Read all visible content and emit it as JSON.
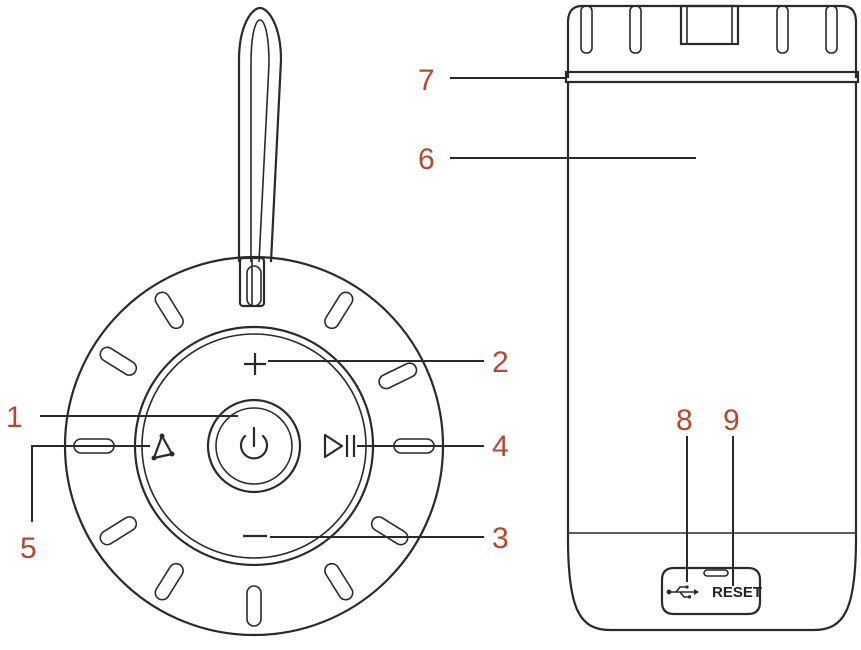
{
  "colors": {
    "callout": "#b5472f",
    "outline": "#2a2a2a",
    "background": "#ffffff"
  },
  "front_view": {
    "buttons": [
      {
        "id": 1,
        "icon": "power-icon"
      },
      {
        "id": 2,
        "icon": "plus-icon"
      },
      {
        "id": 3,
        "icon": "minus-icon"
      },
      {
        "id": 4,
        "icon": "play-pause-icon"
      },
      {
        "id": 5,
        "icon": "triangle-pairing-icon"
      }
    ]
  },
  "callouts": {
    "c1": "1",
    "c2": "2",
    "c3": "3",
    "c4": "4",
    "c5": "5",
    "c6": "6",
    "c7": "7",
    "c8": "8",
    "c9": "9"
  },
  "side_view": {
    "port_label": "RESET",
    "port_icon": "usb-icon"
  }
}
